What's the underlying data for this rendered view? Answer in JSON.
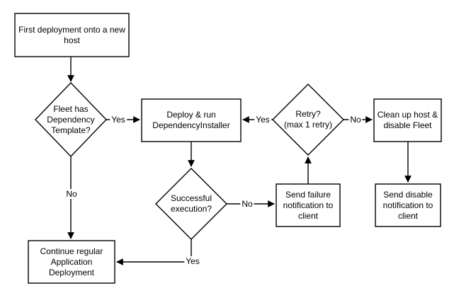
{
  "nodes": {
    "first_deployment": "First deployment onto a new\nhost",
    "fleet_has_template": "Fleet has\nDependency\nTemplate?",
    "deploy_installer": "Deploy & run\nDependencyInstaller",
    "retry": "Retry?\n(max 1 retry)",
    "cleanup": "Clean up host &\ndisable Fleet",
    "successful_execution": "Successful\nexecution?",
    "send_failure": "Send failure\nnotification to\nclient",
    "send_disable": "Send disable\nnotification to\nclient",
    "continue_deployment": "Continue regular\nApplication\nDeployment"
  },
  "edge_labels": {
    "fleet_yes": "Yes",
    "fleet_no": "No",
    "success_no": "No",
    "success_yes": "Yes",
    "retry_yes": "Yes",
    "retry_no": "No"
  },
  "colors": {
    "stroke": "#000000",
    "node_fill": "#ffffff",
    "text": "#000000",
    "background": "#ffffff"
  }
}
